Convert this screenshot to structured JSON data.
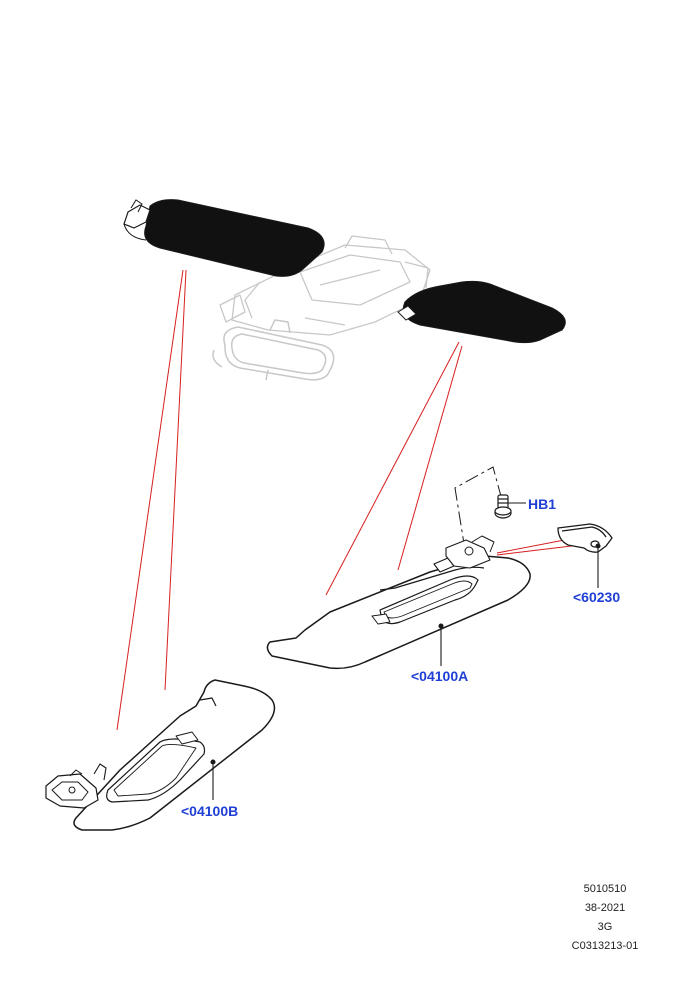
{
  "callouts": {
    "hb1": "HB1",
    "part_60230": "<60230",
    "part_04100a": "<04100A",
    "part_04100b": "<04100B"
  },
  "reference": {
    "line1": "5010510",
    "line2": "38-2021",
    "line3": "3G",
    "line4": "C0313213-01"
  },
  "colors": {
    "callout_text": "#1f3fd6",
    "leader_red": "#d81f1f",
    "outline": "#1a1a1a",
    "ghost": "#c8c8c8",
    "visor_fill": "#111111"
  }
}
